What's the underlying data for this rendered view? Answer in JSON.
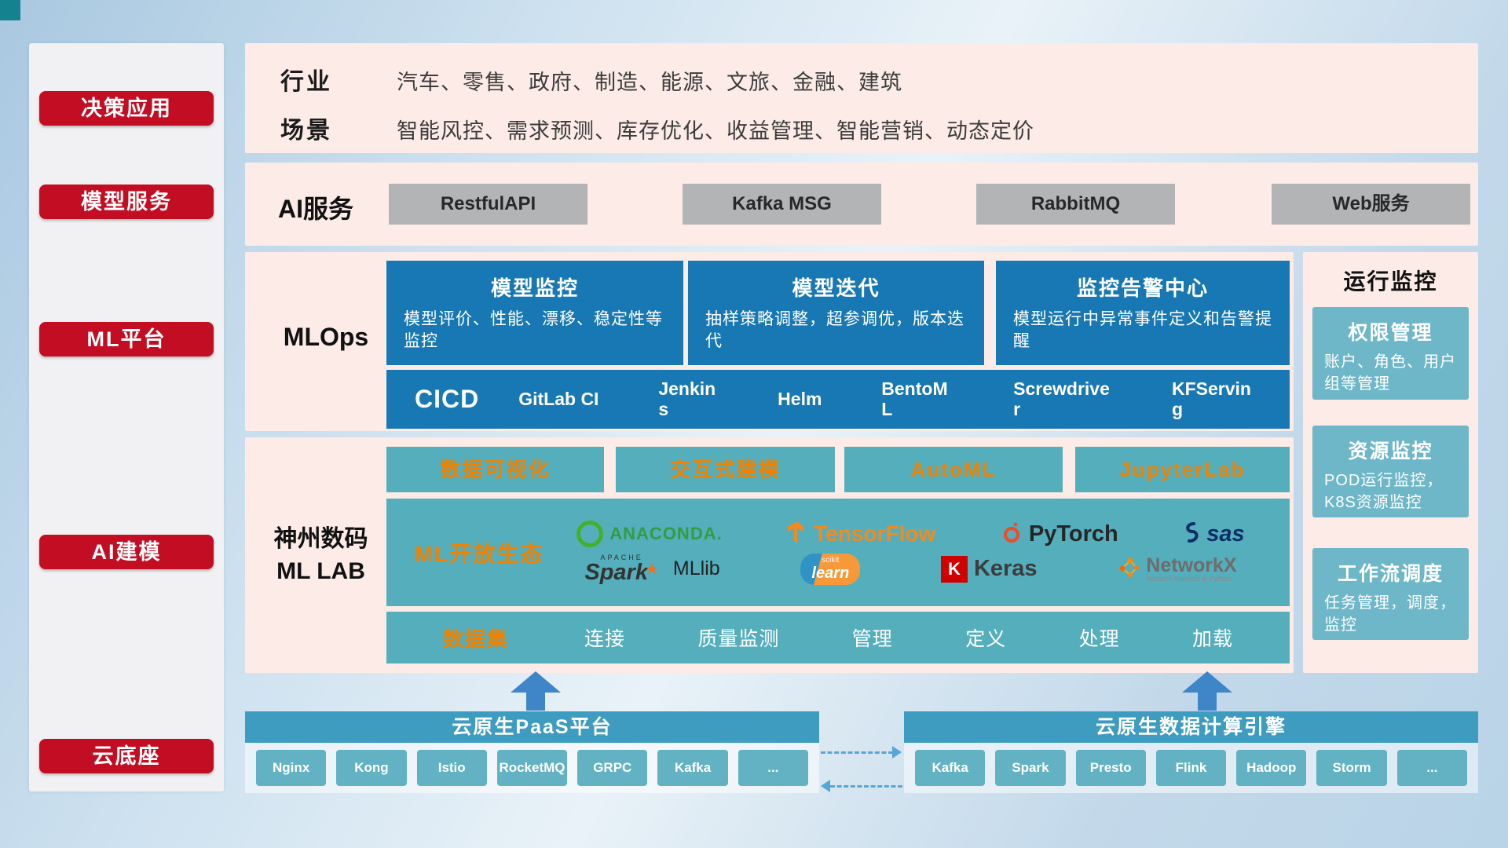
{
  "sidebar": {
    "items": [
      {
        "label": "决策应用"
      },
      {
        "label": "模型服务"
      },
      {
        "label": "ML平台"
      },
      {
        "label": "AI建模"
      },
      {
        "label": "云底座"
      }
    ]
  },
  "industry": {
    "industry_label": "行业",
    "industry_list": "汽车、零售、政府、制造、能源、文旅、金融、建筑",
    "scene_label": "场景",
    "scene_list": "智能风控、需求预测、库存优化、收益管理、智能营销、动态定价"
  },
  "ai_service": {
    "label": "AI服务",
    "buttons": [
      "RestfulAPI",
      "Kafka MSG",
      "RabbitMQ",
      "Web服务"
    ]
  },
  "mlops": {
    "label": "MLOps",
    "cards": [
      {
        "title": "模型监控",
        "desc": "模型评价、性能、漂移、稳定性等监控"
      },
      {
        "title": "模型迭代",
        "desc": "抽样策略调整，超参调优，版本迭代"
      },
      {
        "title": "监控告警中心",
        "desc": "模型运行中异常事件定义和告警提醒"
      }
    ],
    "cicd": {
      "label": "CICD",
      "items": [
        "GitLab CI",
        "Jenkins",
        "Helm",
        "BentoML",
        "Screwdriver",
        "KFServing"
      ]
    }
  },
  "mllab": {
    "label_line1": "神州数码",
    "label_line2": "ML LAB",
    "tools": [
      "数据可视化",
      "交互式建模",
      "AutoML",
      "JupyterLab"
    ],
    "ecosystem": {
      "label": "ML开放生态",
      "logos": {
        "anaconda": "ANACONDA.",
        "tensorflow": "TensorFlow",
        "pytorch": "PyTorch",
        "sas": "sas",
        "spark_top": "APACHE",
        "spark": "Spark",
        "spark_star": "★",
        "mllib": "MLlib",
        "sklearn_top": "scikit",
        "sklearn": "learn",
        "keras_k": "K",
        "keras": "Keras",
        "networkx": "NetworkX",
        "networkx_sub": "Network Analysis in Python"
      }
    },
    "dataset": {
      "label": "数据集",
      "items": [
        "连接",
        "质量监测",
        "管理",
        "定义",
        "处理",
        "加载"
      ]
    }
  },
  "monitoring": {
    "title": "运行监控",
    "cards": [
      {
        "title": "权限管理",
        "desc": "账户、角色、用户组等管理"
      },
      {
        "title": "资源监控",
        "desc": "POD运行监控，K8S资源监控"
      },
      {
        "title": "工作流调度",
        "desc": "任务管理，调度，监控"
      }
    ]
  },
  "foundation": {
    "paas": {
      "title": "云原生PaaS平台",
      "items": [
        "Nginx",
        "Kong",
        "Istio",
        "RocketMQ",
        "GRPC",
        "Kafka",
        "..."
      ]
    },
    "engine": {
      "title": "云原生数据计算引擎",
      "items": [
        "Kafka",
        "Spark",
        "Presto",
        "Flink",
        "Hadoop",
        "Storm",
        "..."
      ]
    }
  },
  "colors": {
    "sidebar_red": "#c30d23",
    "panel_pink": "#fcebe6",
    "blue_card": "#1878b3",
    "teal_block": "#55aebc",
    "teal_card_light": "#6db7c9",
    "orange_accent": "#ef8200",
    "gray_button": "#b3b4b6",
    "bottom_bar": "#3d9cbf",
    "bottom_chip": "#62b2c4",
    "arrow_blue": "#3f86c8"
  }
}
